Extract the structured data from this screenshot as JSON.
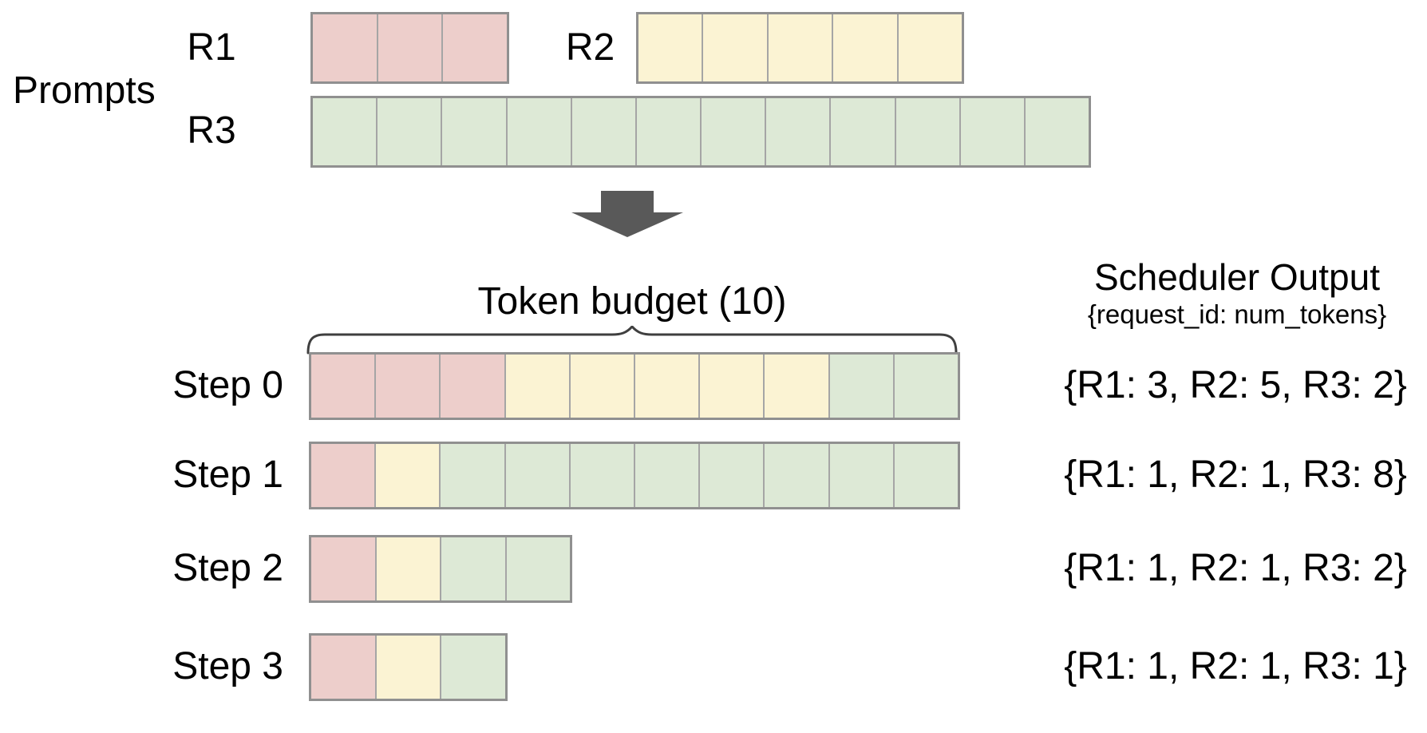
{
  "colors": {
    "pink": "#edcecb",
    "yellow": "#fbf3d3",
    "green": "#dde9d6",
    "cell_border": "#a5a5a5",
    "row_outline": "#909090",
    "arrow": "#595959",
    "brace": "#3f3f3f",
    "text": "#000000"
  },
  "prompts": {
    "section_label": "Prompts",
    "rows": [
      {
        "id": "R1",
        "label": "R1",
        "segments": [
          {
            "request": "R1",
            "color": "pink",
            "tokens": 3
          }
        ]
      },
      {
        "id": "R2",
        "label": "R2",
        "segments": [
          {
            "request": "R2",
            "color": "yellow",
            "tokens": 5
          }
        ]
      },
      {
        "id": "R3",
        "label": "R3",
        "segments": [
          {
            "request": "R3",
            "color": "green",
            "tokens": 12
          }
        ]
      }
    ]
  },
  "arrow_icon": "down-arrow",
  "token_budget": {
    "label": "Token budget (10)",
    "budget": 10
  },
  "scheduler_output": {
    "title": "Scheduler Output",
    "subtitle": "{request_id: num_tokens}"
  },
  "steps": [
    {
      "label": "Step 0",
      "segments": [
        {
          "request": "R1",
          "color": "pink",
          "tokens": 3
        },
        {
          "request": "R2",
          "color": "yellow",
          "tokens": 5
        },
        {
          "request": "R3",
          "color": "green",
          "tokens": 2
        }
      ],
      "output": "{R1: 3, R2: 5, R3: 2}"
    },
    {
      "label": "Step 1",
      "segments": [
        {
          "request": "R1",
          "color": "pink",
          "tokens": 1
        },
        {
          "request": "R2",
          "color": "yellow",
          "tokens": 1
        },
        {
          "request": "R3",
          "color": "green",
          "tokens": 8
        }
      ],
      "output": "{R1: 1, R2: 1, R3: 8}"
    },
    {
      "label": "Step 2",
      "segments": [
        {
          "request": "R1",
          "color": "pink",
          "tokens": 1
        },
        {
          "request": "R2",
          "color": "yellow",
          "tokens": 1
        },
        {
          "request": "R3",
          "color": "green",
          "tokens": 2
        }
      ],
      "output": "{R1: 1, R2: 1, R3: 2}"
    },
    {
      "label": "Step 3",
      "segments": [
        {
          "request": "R1",
          "color": "pink",
          "tokens": 1
        },
        {
          "request": "R2",
          "color": "yellow",
          "tokens": 1
        },
        {
          "request": "R3",
          "color": "green",
          "tokens": 1
        }
      ],
      "output": "{R1: 1, R2: 1, R3: 1}"
    }
  ]
}
